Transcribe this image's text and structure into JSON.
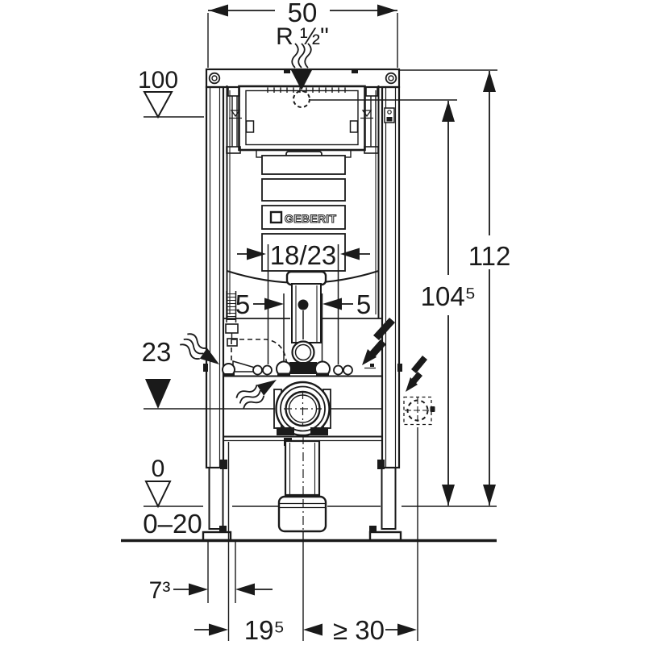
{
  "drawing": {
    "brand_label": "GEBERIT",
    "dimensions": {
      "top_width": "50",
      "supply_thread": "R ½\"",
      "datum_100": "100",
      "total_height": "112",
      "inner_height": "104⁵",
      "depth_options": "18/23",
      "offset_left": "5",
      "offset_right": "5",
      "datum_23": "23",
      "datum_0": "0",
      "floor_range": "0–20",
      "foot_depth": "7³",
      "outlet_offset": "19⁵",
      "side_clearance": "≥ 30"
    },
    "icons": {
      "water-flow": "wavy-arrow",
      "electric-flex": "lightning-bolt",
      "level-filled": "filled-triangle",
      "level-open": "open-triangle",
      "drill-hole": "dashed-circle"
    },
    "colors": {
      "ink": "#1a1a1a",
      "paper": "#ffffff"
    }
  }
}
